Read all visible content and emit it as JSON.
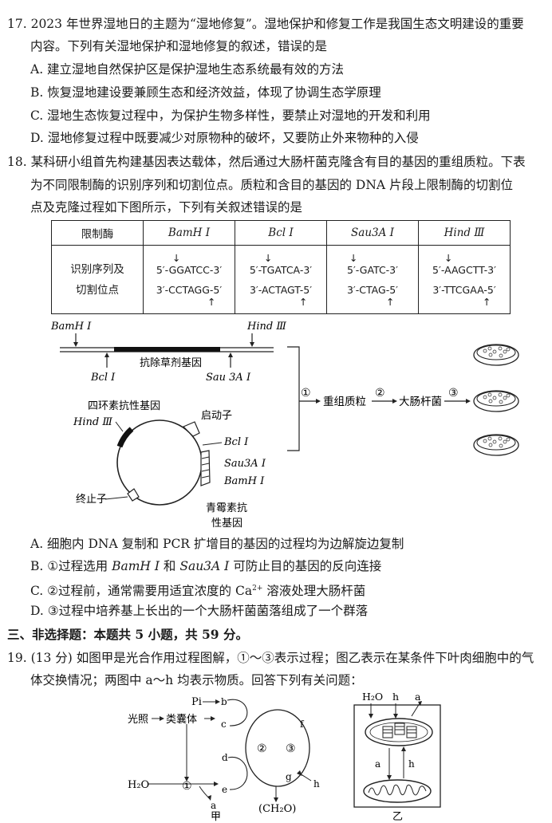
{
  "q17": {
    "stem_l1": "17. 2023 年世界湿地日的主题为“湿地修复”。湿地保护和修复工作是我国生态文明建设的重要",
    "stem_l2": "内容。下列有关湿地保护和湿地修复的叙述，错误的是",
    "A": "A. 建立湿地自然保护区是保护湿地生态系统最有效的方法",
    "B": "B. 恢复湿地建设要兼顾生态和经济效益，体现了协调生态学原理",
    "C": "C. 湿地生态恢复过程中，为保护生物多样性，要禁止对湿地的开发和利用",
    "D": "D. 湿地修复过程中既要减少对原物种的破坏，又要防止外来物种的入侵"
  },
  "q18": {
    "stem_l1": "18. 某科研小组首先构建基因表达载体，然后通过大肠杆菌克隆含有目的基因的重组质粒。下表",
    "stem_l2": "为不同限制酶的识别序列和切割位点。质粒和含目的基因的 DNA 片段上限制酶的切割位",
    "stem_l3": "点及克隆过程如下图所示，下列有关叙述错误的是",
    "table": {
      "h0": "限制酶",
      "h1": "BamH Ⅰ",
      "h2": "Bcl Ⅰ",
      "h3": "Sau3A Ⅰ",
      "h4": "Hind Ⅲ",
      "r_l1": "识别序列及",
      "r_l2": "切割位点",
      "s1a": "5′-GGATCC-3′",
      "s1b": "3′-CCTAGG-5′",
      "s2a": "5′-TGATCA-3′",
      "s2b": "3′-ACTAGT-5′",
      "s3a": "5′-GATC-3′",
      "s3b": "3′-CTAG-5′",
      "s4a": "5′-AAGCTT-3′",
      "s4b": "3′-TTCGAA-5′",
      "arrow": "↓",
      "arrow_up": "↑"
    },
    "diagram": {
      "bamh": "BamH Ⅰ",
      "hind": "Hind Ⅲ",
      "bcl": "Bcl Ⅰ",
      "sau": "Sau 3A Ⅰ",
      "herb_gene": "抗除草剂基因",
      "tet_gene": "四环素抗性基因",
      "hind_p": "Hind Ⅲ",
      "promoter": "启动子",
      "bcl_p": "Bcl Ⅰ",
      "sau_p": "Sau3A Ⅰ",
      "bamh_p": "BamH Ⅰ",
      "terminator": "终止子",
      "pen_gene_1": "青霉素抗",
      "pen_gene_2": "性基因",
      "step1": "①",
      "step2": "②",
      "step3": "③",
      "recomb": "重组质粒",
      "ecoli": "大肠杆菌"
    },
    "A": "A. 细胞内 DNA 复制和 PCR 扩增目的基因的过程均为边解旋边复制",
    "B_pre": "B. ①过程选用 ",
    "B_e1": "BamH Ⅰ",
    "B_mid": " 和 ",
    "B_e2": "Sau3A Ⅰ",
    "B_post": " 可防止目的基因的反向连接",
    "C_pre": "C. ②过程前，通常需要用适宜浓度的 Ca",
    "C_sup": "2+",
    "C_post": " 溶液处理大肠杆菌",
    "D": "D. ③过程中培养基上长出的一个大肠杆菌菌落组成了一个群落"
  },
  "section3": "三、非选择题：本题共 5 小题，共 59 分。",
  "q19": {
    "stem_l1": "19. (13 分) 如图甲是光合作用过程图解，①～③表示过程；图乙表示在某条件下叶肉细胞中的气",
    "stem_l2": "体交换情况；两图中 a～h 均表示物质。回答下列有关问题：",
    "fig_jia": {
      "pi": "Pi",
      "light": "光照",
      "thylakoid": "类囊体",
      "h2o": "H₂O",
      "a": "a",
      "b": "b",
      "c": "c",
      "d": "d",
      "e": "e",
      "f": "f",
      "g": "g",
      "h": "h",
      "p1": "①",
      "p2": "②",
      "p3": "③",
      "ch2o": "(CH₂O)",
      "caption": "甲"
    },
    "fig_yi": {
      "h2o": "H₂O",
      "h": "h",
      "a": "a",
      "a2": "a",
      "h2": "h",
      "caption": "乙"
    }
  }
}
